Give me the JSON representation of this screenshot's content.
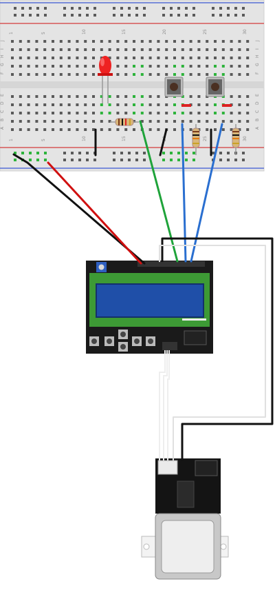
{
  "breadboard": {
    "column_numbers": [
      "1",
      "5",
      "10",
      "15",
      "20",
      "25",
      "30"
    ],
    "row_letters_top": [
      "J",
      "I",
      "H",
      "G",
      "F"
    ],
    "row_letters_bottom": [
      "E",
      "D",
      "C",
      "B",
      "A"
    ]
  },
  "colors": {
    "breadboard": "#e4e4e4",
    "rail_red": "#d33a3a",
    "rail_blue": "#3a58d3",
    "wire_black": "#111111",
    "wire_red": "#d01010",
    "wire_green": "#1fa33a",
    "wire_blue": "#2a6fd0",
    "wire_white": "#eeeeee",
    "pcb": "#1a1a1a",
    "lcd_green": "#3d9a35",
    "lcd_screen": "#1f4fa8",
    "led": "#ee2222"
  },
  "components": [
    "led",
    "resistor",
    "pushbutton",
    "pushbutton",
    "resistor",
    "resistor",
    "lcd_keypad_shield",
    "fingerprint_sensor"
  ]
}
